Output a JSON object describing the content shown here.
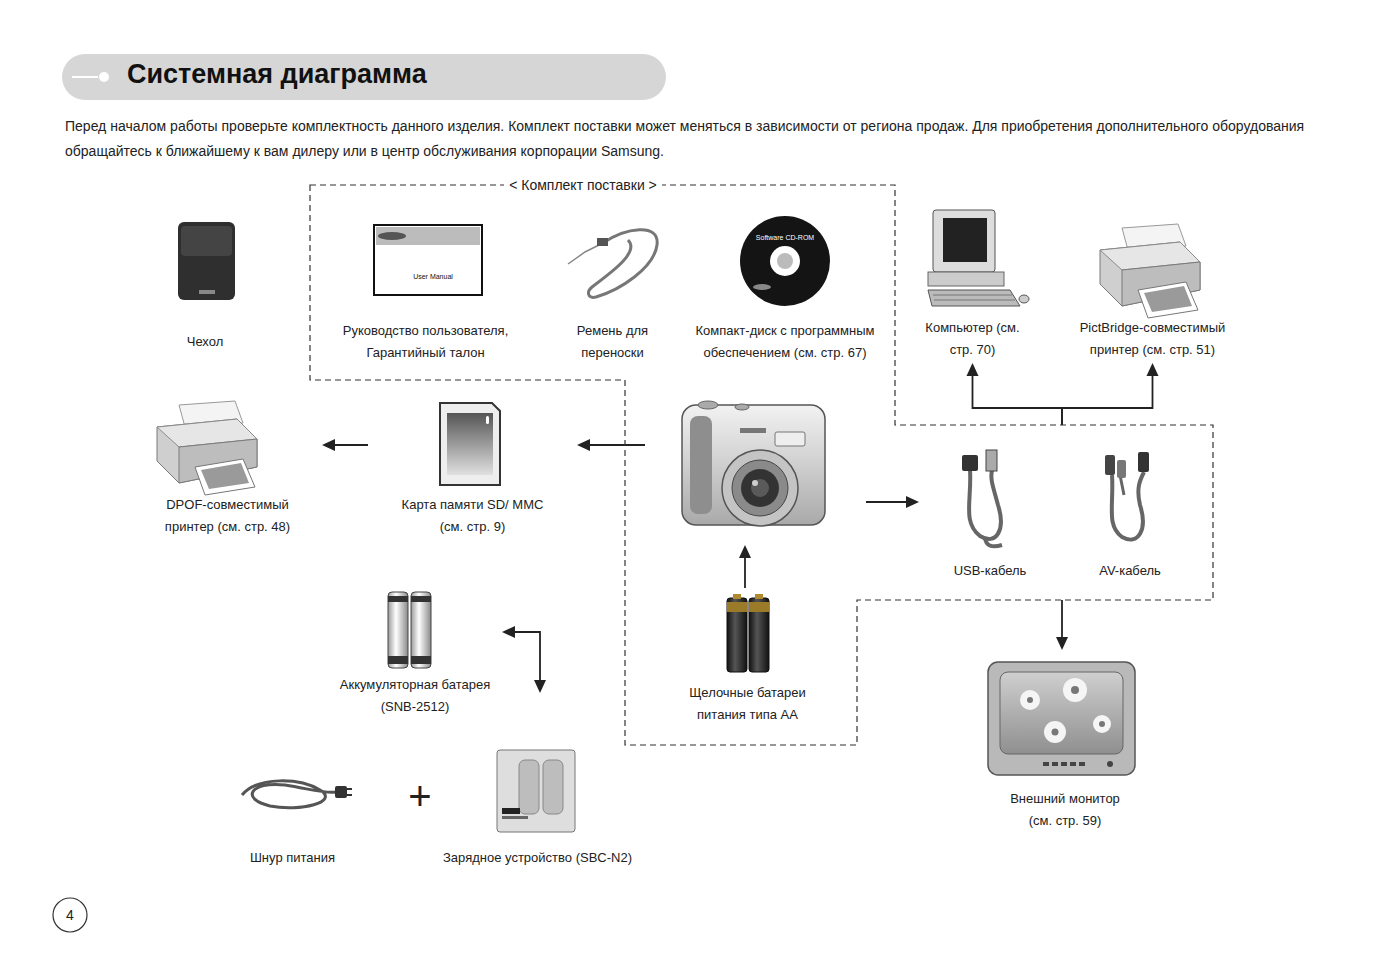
{
  "diagram": {
    "title": "Системная диаграмма",
    "nodes": [
      {
        "text": [
          "Чехол"
        ]
      },
      {
        "text": [
          "< Комплект поставки >"
        ]
      },
      {
        "text": [
          "Руководство пользователя, Гарантийный талон"
        ],
        "in": 1
      },
      {
        "text": [
          "Ремень для переноски"
        ],
        "in": 1
      },
      {
        "text": [
          "Компакт-диск с программным обеспечением (см. стр. 67)"
        ],
        "in": 1
      },
      {
        "text": [
          "Компьютер (см. стр. 70)"
        ]
      },
      {
        "text": [
          "PictBridge-совместимый принтер (см. стр. 51)"
        ]
      },
      {
        "text": [
          "DPOF-совместимый принтер (см. стр. 48)"
        ]
      },
      {
        "text": [
          "Карта памяти SD/ MMC (см. стр. 9)"
        ]
      },
      {
        "text": [
          "USB-кабель"
        ],
        "in": 1
      },
      {
        "text": [
          "AV-кабель"
        ],
        "in": 1
      },
      {
        "text": [
          "Аккумуляторная батарея (SNB-2512)"
        ]
      },
      {
        "text": [
          "Щелочные батареи питания типа AA"
        ],
        "in": 1
      },
      {
        "text": [
          "Внешний монитор (см. стр. 59)"
        ]
      },
      {
        "text": [
          "Шнур питания"
        ]
      },
      {
        "text": [
          "Зарядное устройство (SBC-N2)"
        ]
      }
    ],
    "edges": [
      {
        "from": 1,
        "to": 5,
        "arrow": "to"
      },
      {
        "from": 1,
        "to": 6,
        "arrow": "to"
      },
      {
        "from": 1,
        "to": 8,
        "arrow": "to"
      },
      {
        "from": 8,
        "to": 7,
        "arrow": "to"
      },
      {
        "from": 1,
        "to": 13,
        "arrow": "to"
      },
      {
        "from": 11,
        "to": 15,
        "arrow": "both"
      }
    ],
    "labels": [
      "Перед началом работы проверьте комплектность данного изделия. Комплект поставки может меняться в зависимости от региона продаж. Для приобретения дополнительного оборудования обращайтесь к ближайшему к вам дилеру или в центр обслуживания корпорации Samsung.",
      "User Manual",
      "Software CD-ROM",
      "+",
      "4"
    ]
  }
}
